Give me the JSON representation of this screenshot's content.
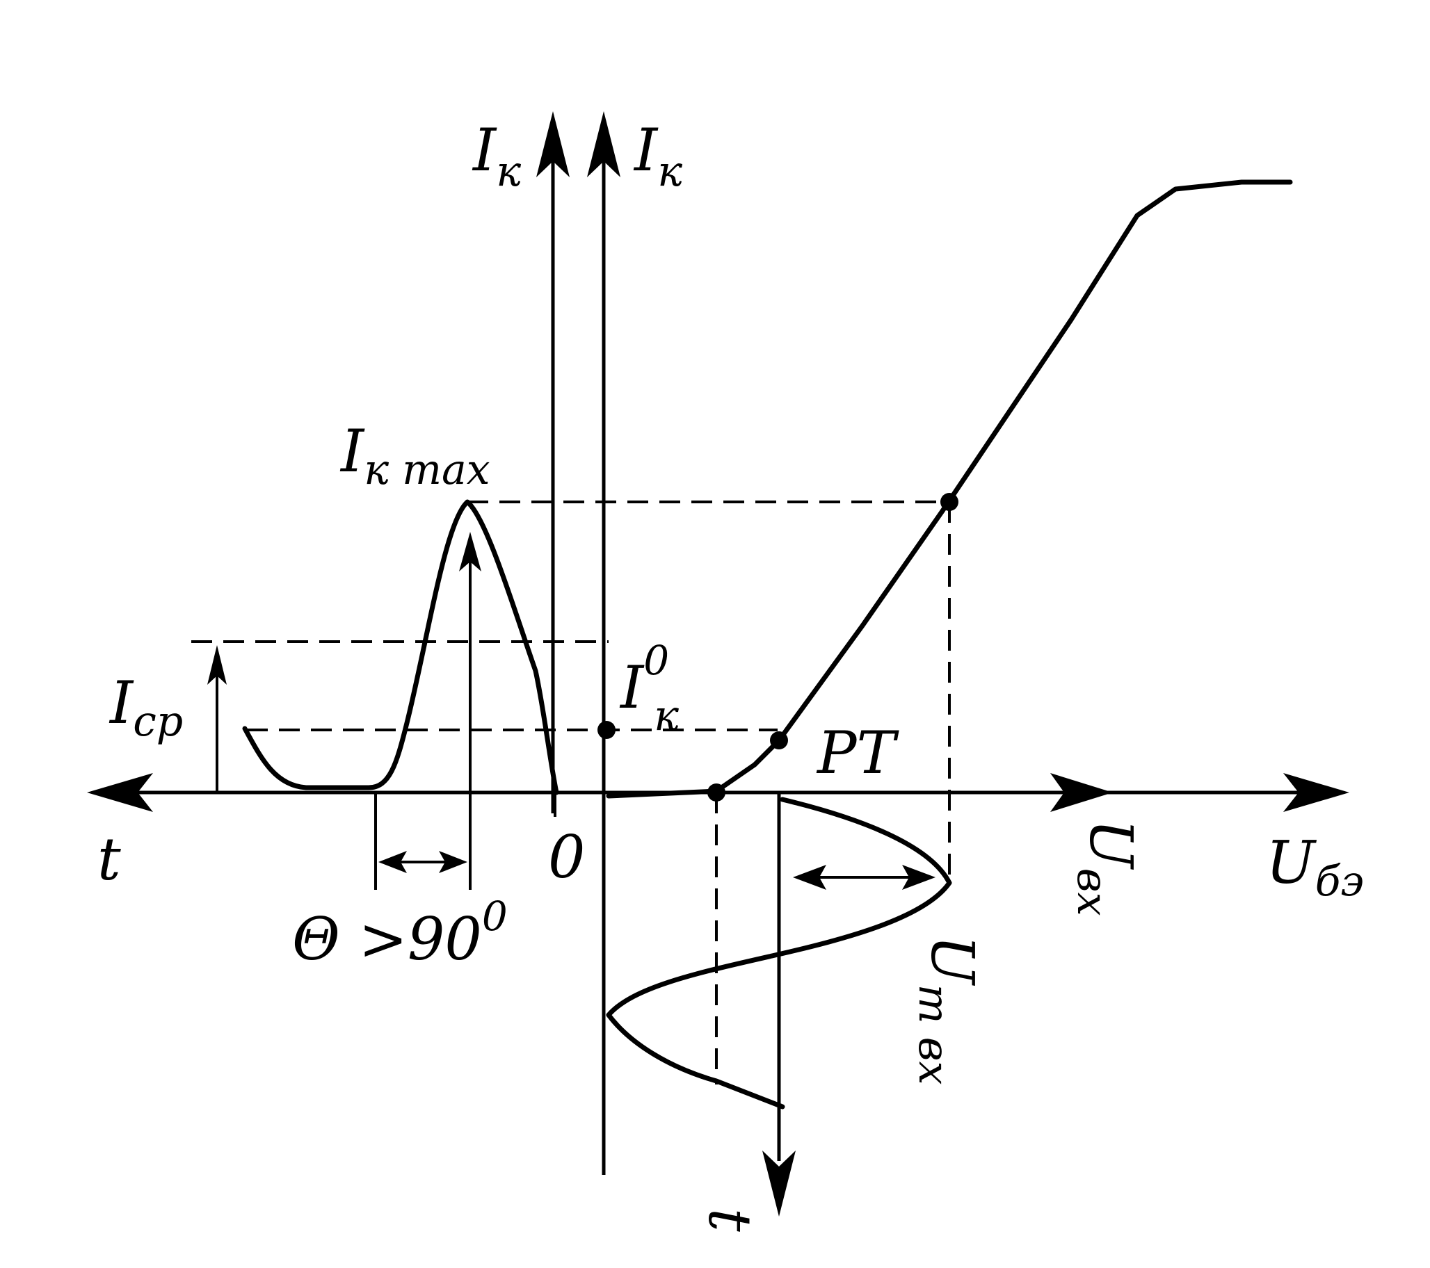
{
  "labels": {
    "ik_left": {
      "main": "I",
      "sub": "к"
    },
    "ik_right": {
      "main": "I",
      "sub": "к"
    },
    "ik_max": {
      "main": "I",
      "sub": "к max"
    },
    "icp": {
      "main": "I",
      "sub": "ср"
    },
    "ik0": {
      "main": "I",
      "sup": "0",
      "sub": "к"
    },
    "pt": "PT",
    "t_left": "t",
    "t_bottom": "t",
    "zero": "0",
    "theta": {
      "main": "Θ >90",
      "sup": "0"
    },
    "u_be": {
      "main": "U",
      "sub": "бэ"
    },
    "u_in": {
      "main": "U",
      "sub": "вх"
    },
    "um_in": {
      "main": "U",
      "sub": "m вх"
    }
  }
}
